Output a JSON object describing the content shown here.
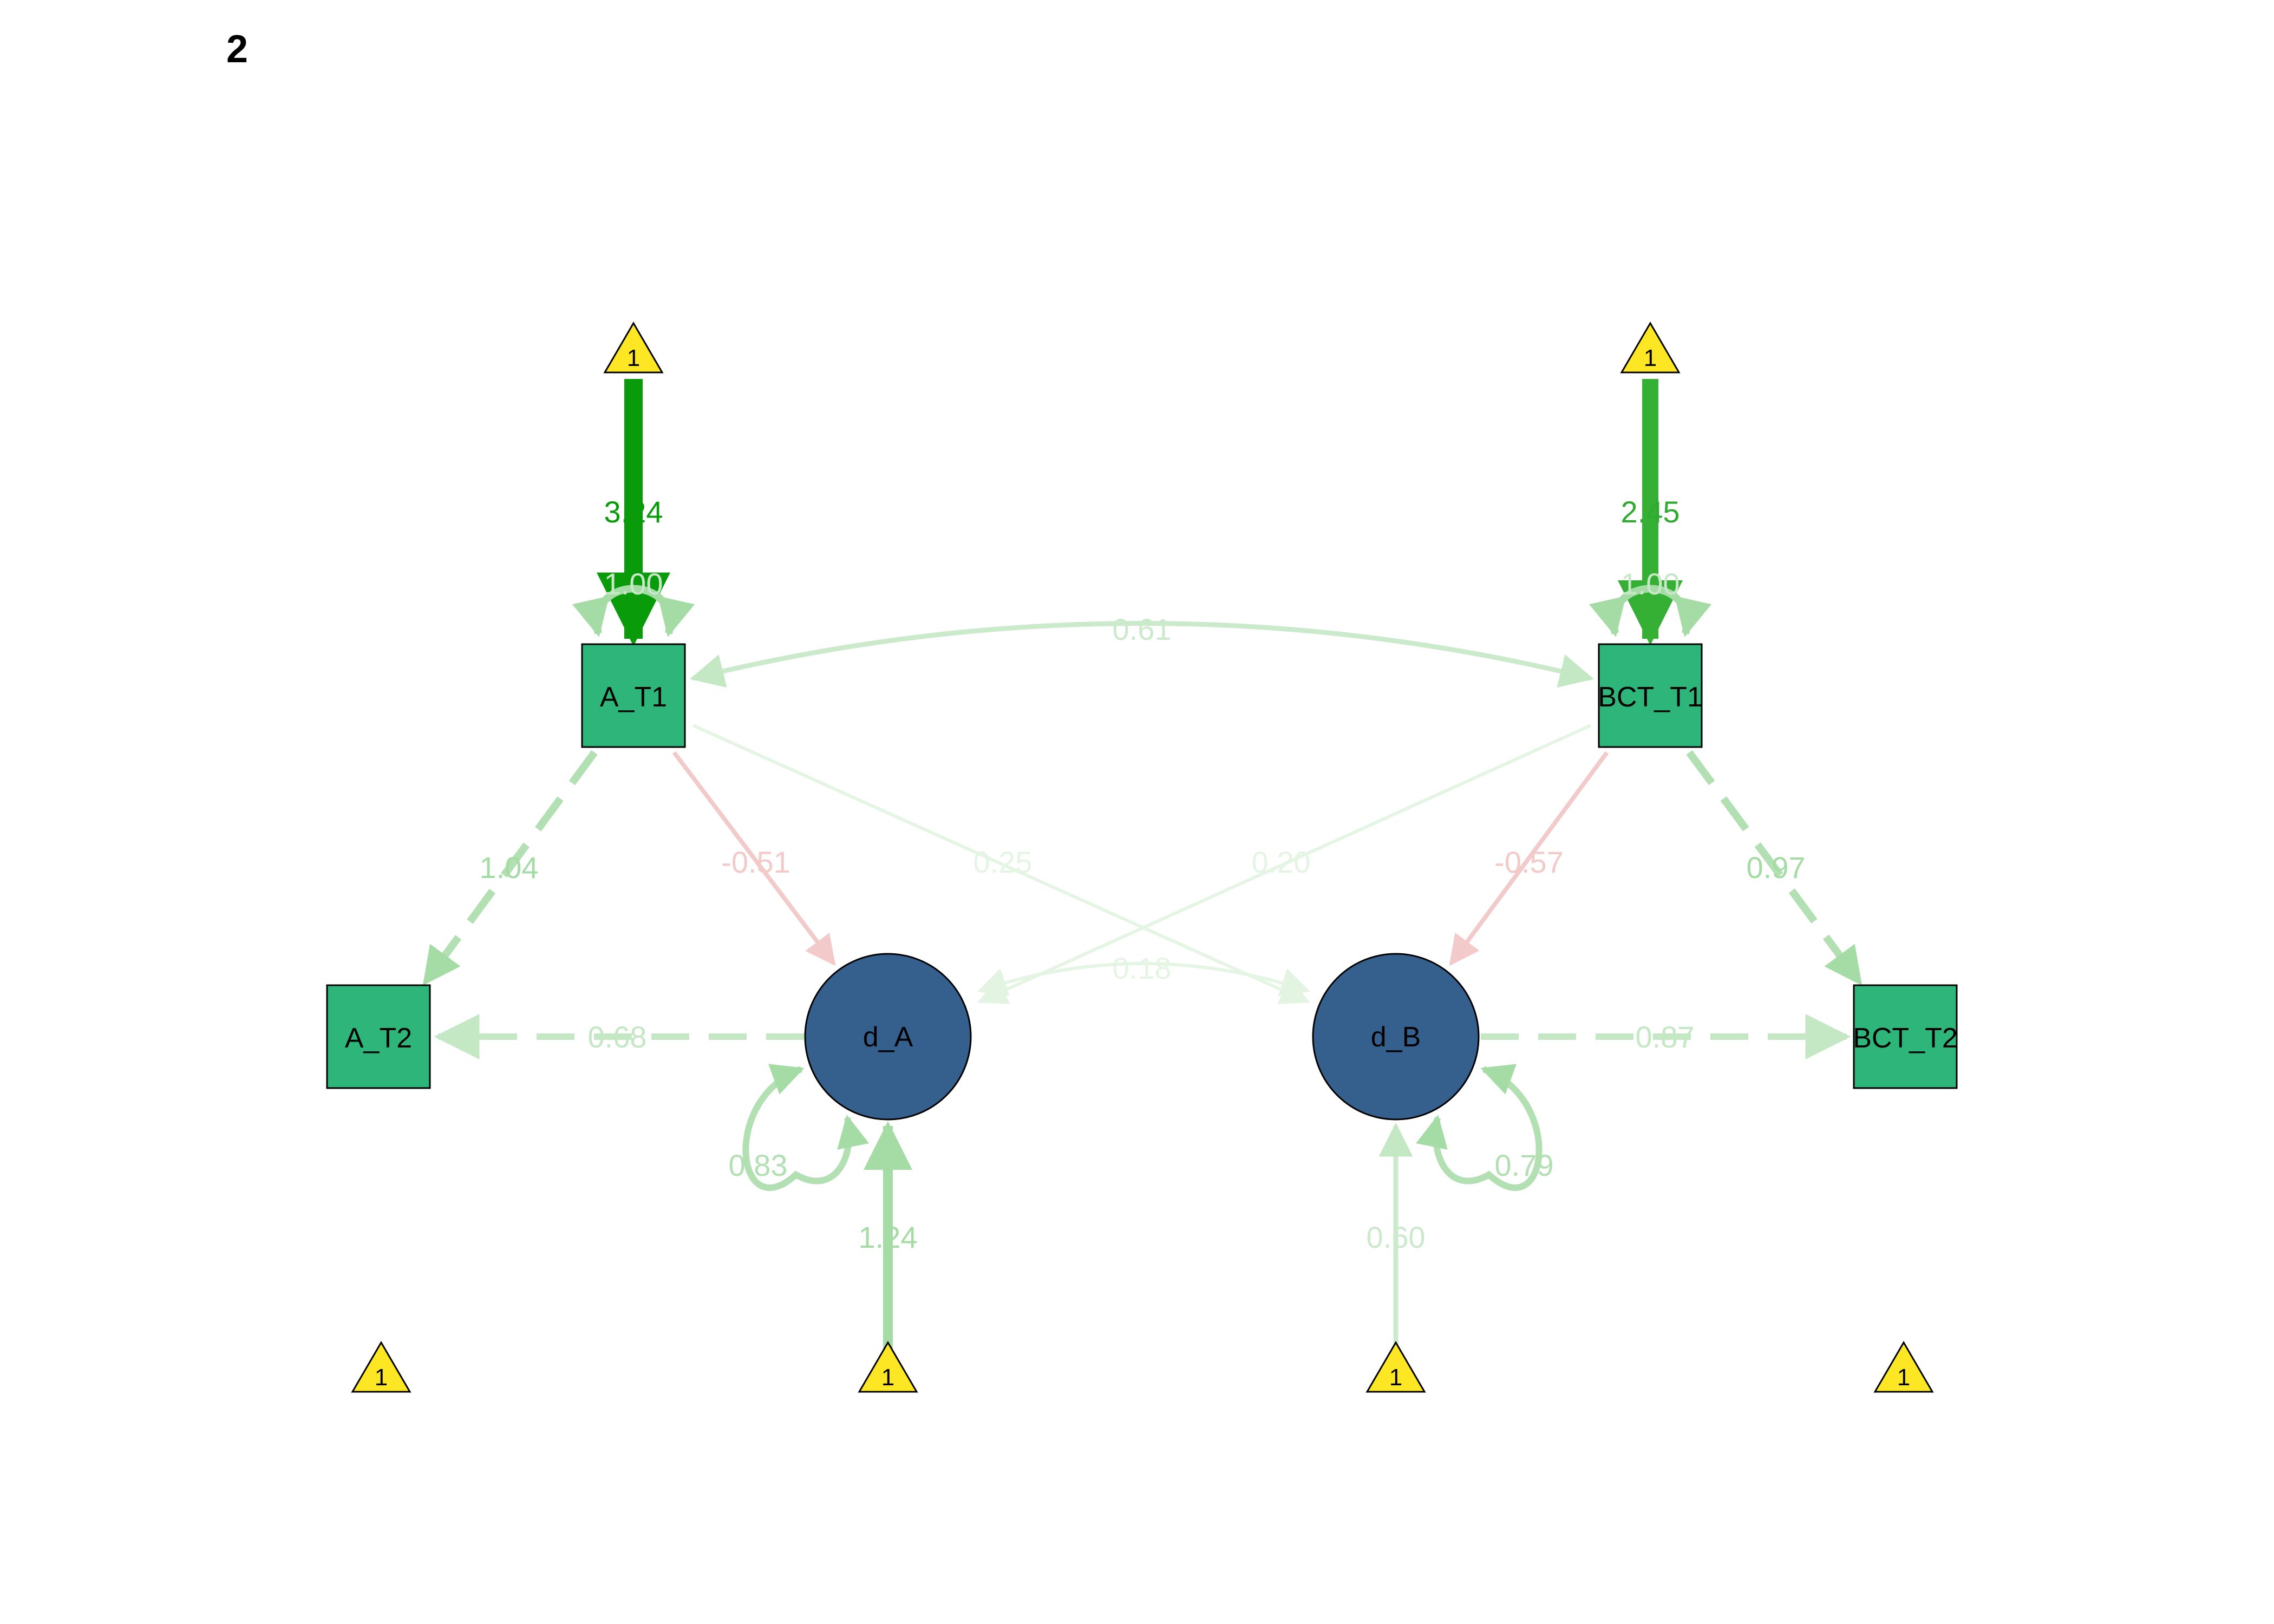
{
  "plot_label": "2",
  "colors": {
    "manifest": "#2db57a",
    "latent": "#355f8d",
    "intercept": "#fde725",
    "positive_strong": "#009e00",
    "positive_mid": "#33b033",
    "negative": "#d03030"
  },
  "nodes": {
    "a_t1": "A_T1",
    "bct_t1": "BCT_T1",
    "a_t2": "A_T2",
    "bct_t2": "BCT_T2",
    "d_a": "d_A",
    "d_b": "d_B",
    "intercept": "1"
  },
  "edges": {
    "int_a_t1": "3.24",
    "int_bct_t1": "2.45",
    "var_a_t1": "1.00",
    "var_bct_t1": "1.00",
    "cov_t1": "0.61",
    "a_t1_a_t2": "1.04",
    "a_t1_d_a": "-0.51",
    "a_t1_d_b": "0.25",
    "bct_t1_d_a": "0.20",
    "bct_t1_d_b": "-0.57",
    "bct_t1_bct_t2": "0.97",
    "cov_d": "0.18",
    "d_a_a_t2": "0.68",
    "d_b_bct_t2": "0.87",
    "var_d_a": "0.83",
    "var_d_b": "0.79",
    "int_d_a": "1.24",
    "int_d_b": "0.60"
  }
}
